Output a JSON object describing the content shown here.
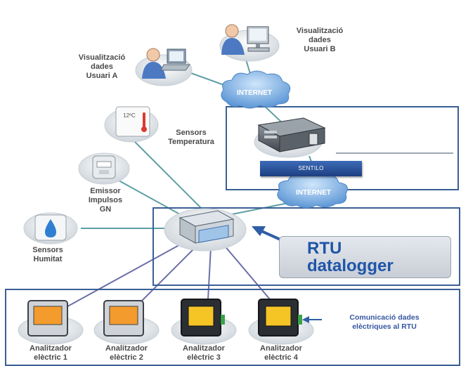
{
  "colors": {
    "frame": "#3a5f95",
    "link": "#5f9fa6",
    "link_dark": "#6b6fa8",
    "cloud": "#7fb3e6",
    "rtu_text": "#1f55a8",
    "label_text": "#4a4a4a"
  },
  "users": {
    "user_a": {
      "lines": [
        "Visualització",
        "dades",
        "Usuari A"
      ]
    },
    "user_b": {
      "lines": [
        "Visualització",
        "dades",
        "Usuari B"
      ]
    }
  },
  "clouds": {
    "top": "INTERNET",
    "bottom": "INTERNET"
  },
  "server": {
    "platform_label": "SENTILO"
  },
  "sensors": {
    "temperature": {
      "display": "12ºC",
      "lines": [
        "Sensors",
        "Temperatura"
      ]
    },
    "pulse": {
      "lines": [
        "Emissor",
        "Impulsos",
        "GN"
      ]
    },
    "humidity": {
      "lines": [
        "Sensors",
        "Humitat"
      ]
    }
  },
  "rtu": {
    "lines": [
      "RTU",
      "datalogger"
    ]
  },
  "analyzers": [
    {
      "lines": [
        "Analitzador",
        "elèctric 1"
      ],
      "style": "light"
    },
    {
      "lines": [
        "Analitzador",
        "elèctric 2"
      ],
      "style": "light"
    },
    {
      "lines": [
        "Analitzador",
        "elèctric 3"
      ],
      "style": "dark"
    },
    {
      "lines": [
        "Analitzador",
        "elèctric 4"
      ],
      "style": "dark"
    }
  ],
  "comms": {
    "lines": [
      "Comunicació dades",
      "elèctriques al RTU"
    ]
  }
}
